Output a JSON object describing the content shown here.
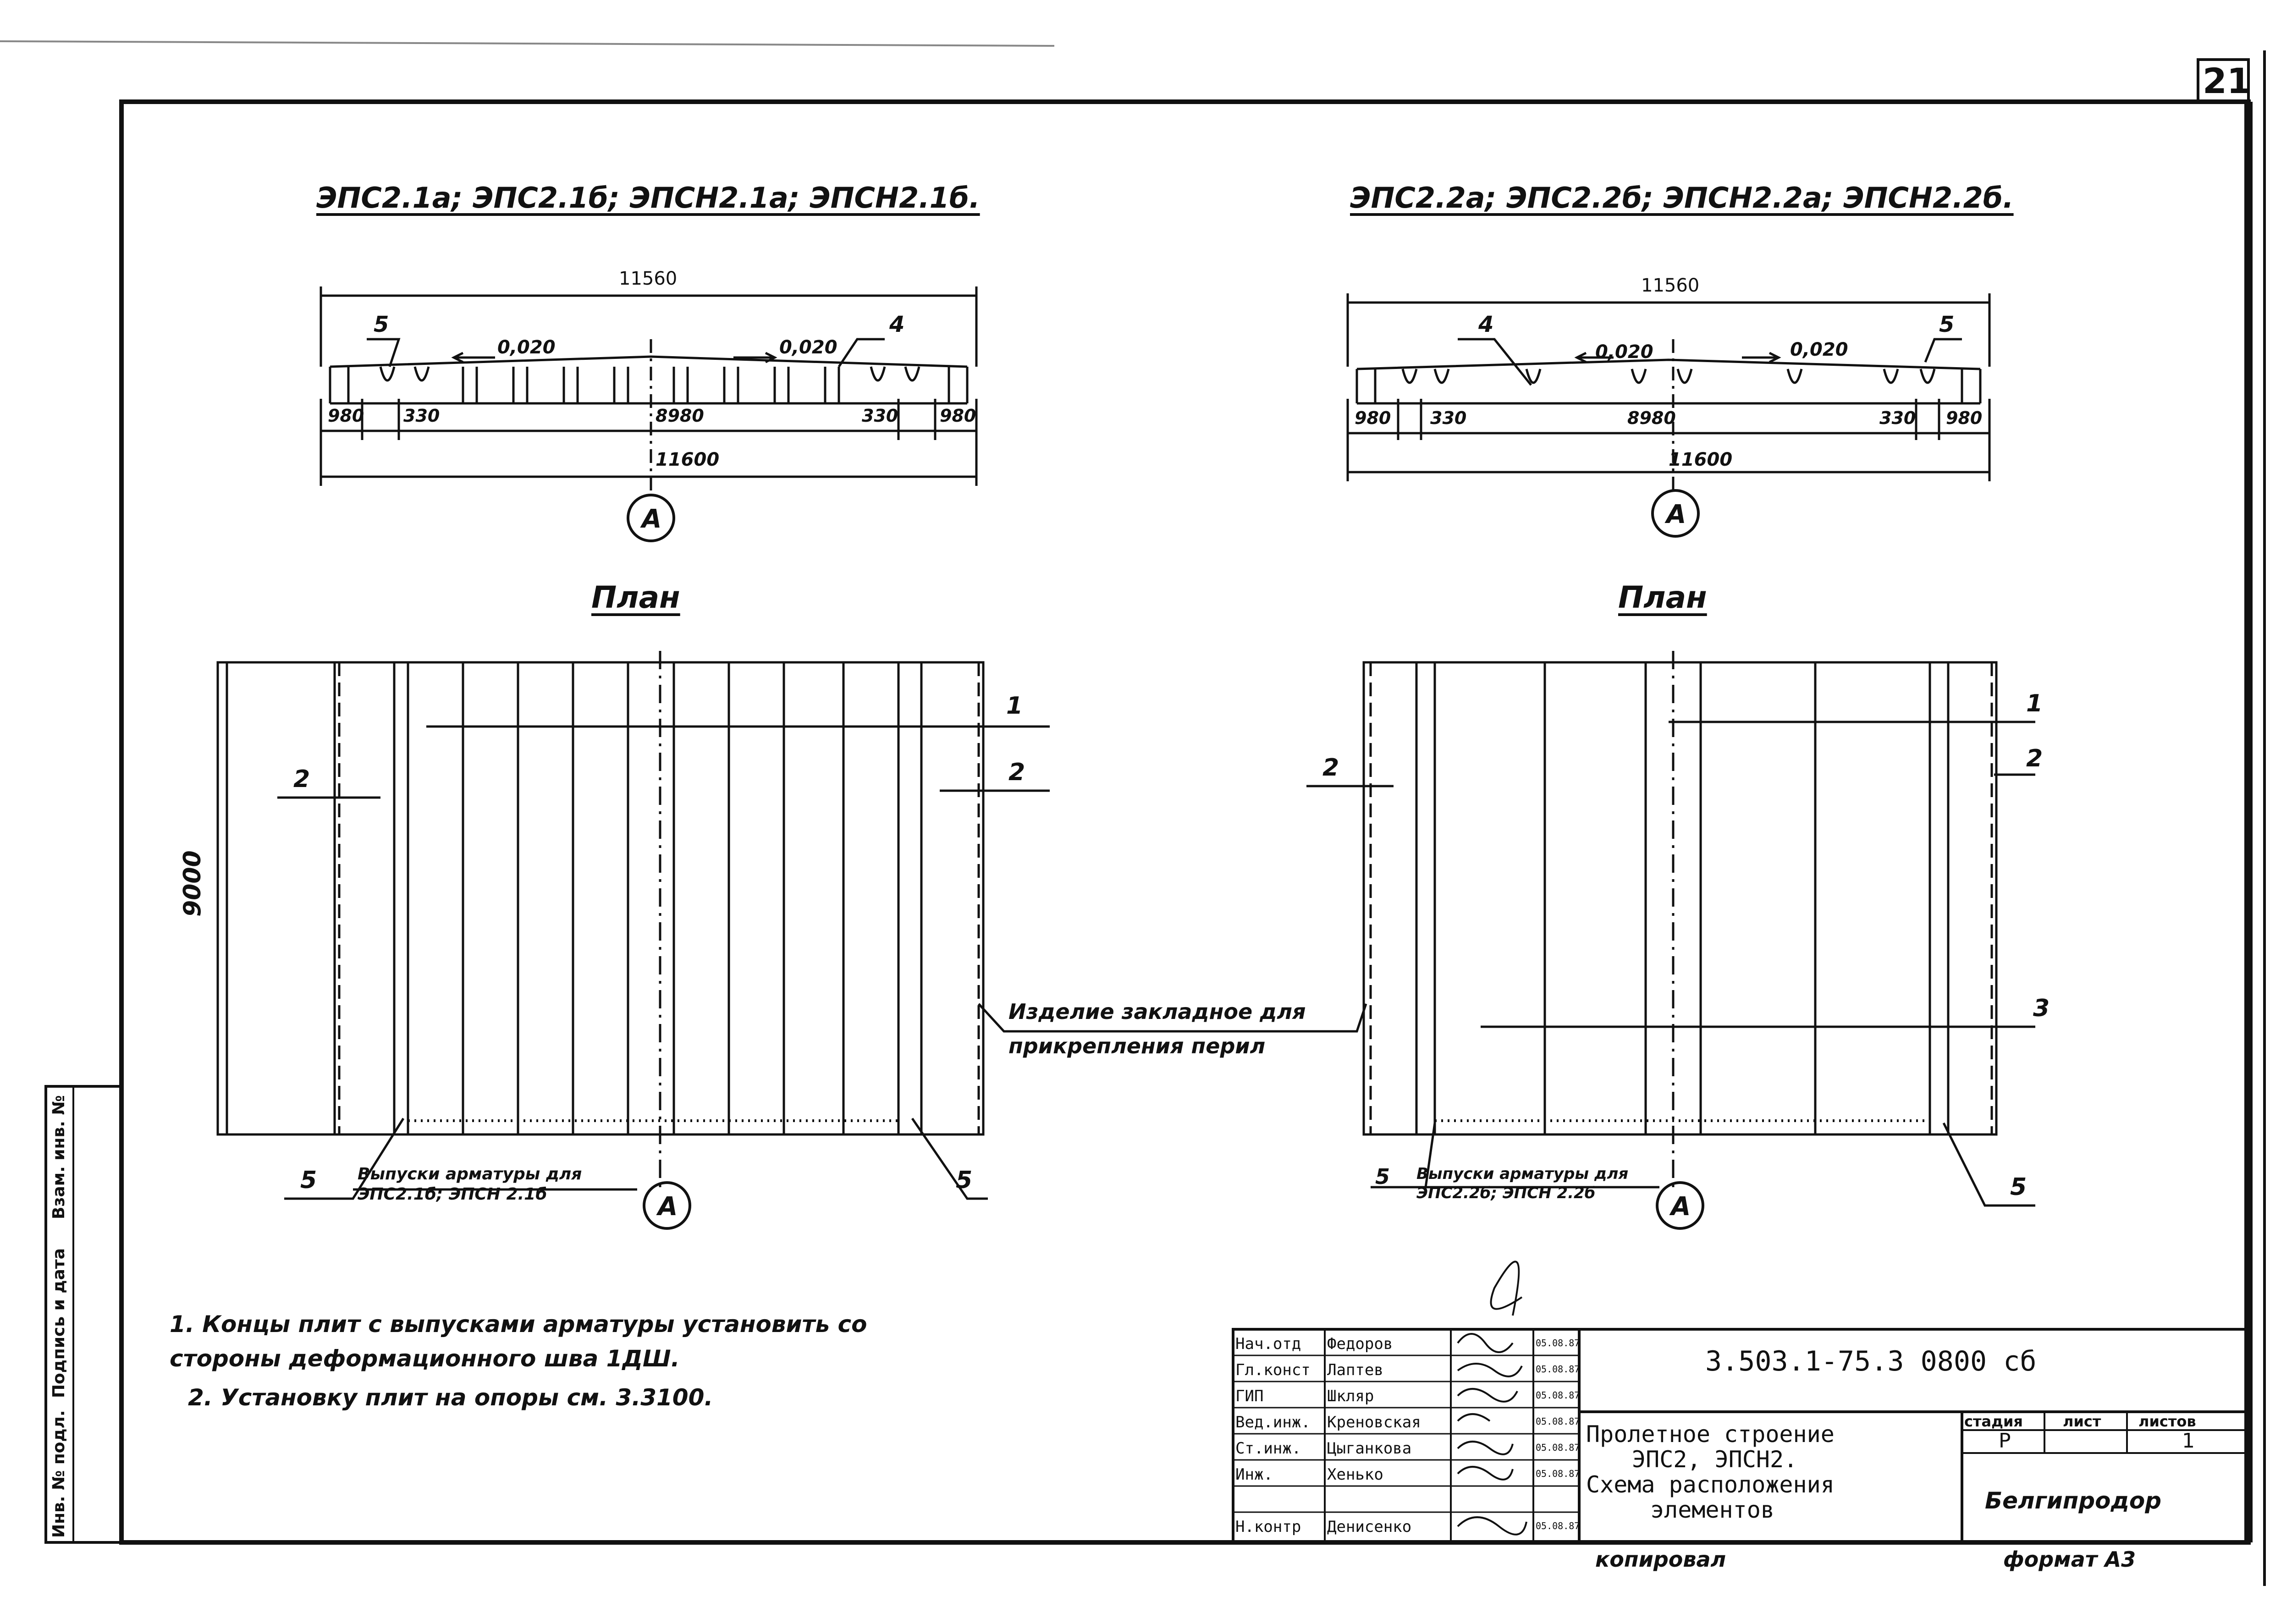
{
  "sheet_number": "21",
  "left_section": {
    "title": "ЭПС2.1а; ЭПС2.1б; ЭПСН2.1а; ЭПСН2.1б.",
    "top_span": "11560",
    "slope_left": "0,020",
    "slope_right": "0,020",
    "mark_5": "5",
    "mark_4": "4",
    "dims": [
      "980",
      "330",
      "8980",
      "330",
      "980"
    ],
    "total_width": "11600",
    "axis": "А",
    "plan_title": "План",
    "height_dim": "9000",
    "label_1": "1",
    "label_2_left": "2",
    "label_2_right": "2",
    "label_5_left": "5",
    "label_5_right": "5",
    "note_outlets": "Выпуски арматуры для ЭПС2.1б; ЭПСН 2.1б"
  },
  "right_section": {
    "title": "ЭПС2.2а; ЭПС2.2б; ЭПСН2.2а; ЭПСН2.2б.",
    "top_span": "11560",
    "slope_left": "0,020",
    "slope_right": "0,020",
    "mark_4": "4",
    "mark_5": "5",
    "dims": [
      "980",
      "330",
      "8980",
      "330",
      "980"
    ],
    "total_width": "11600",
    "axis": "А",
    "plan_title": "План",
    "label_1": "1",
    "label_2_left": "2",
    "label_2_right": "2",
    "label_3": "3",
    "label_5_left": "5",
    "label_5_right": "5",
    "note_outlets": "Выпуски арматуры для ЭПС2.2б; ЭПСН 2.2б"
  },
  "embedded_note": [
    "Изделие закладное для",
    "прикрепления перил"
  ],
  "notes": [
    "1. Концы плит с выпусками арматуры установить со",
    "стороны деформационного шва 1ДШ.",
    "2. Установку плит на опоры см. 3.3100."
  ],
  "side_stamp": [
    "Инв. № подл.",
    "Подпись и дата",
    "Взам. инв. №"
  ],
  "title_block": {
    "code": "3.503.1-75.3 0800 сб",
    "roles": [
      {
        "role": "Нач.отд",
        "name": "Федоров",
        "date": "05.08.87"
      },
      {
        "role": "Гл.конст",
        "name": "Лаптев",
        "date": "05.08.87"
      },
      {
        "role": "ГИП",
        "name": "Шкляр",
        "date": "05.08.87"
      },
      {
        "role": "Вед.инж.",
        "name": "Креновская",
        "date": "05.08.87"
      },
      {
        "role": "Ст.инж.",
        "name": "Цыганкова",
        "date": "05.08.87"
      },
      {
        "role": "Инж.",
        "name": "Хенько",
        "date": "05.08.87"
      },
      {
        "role": "",
        "name": "",
        "date": ""
      },
      {
        "role": "Н.контр",
        "name": "Денисенко",
        "date": "05.08.87"
      }
    ],
    "description": [
      "Пролетное строение",
      "ЭПС2, ЭПСН2.",
      "Схема расположения",
      "элементов"
    ],
    "stage_header": "стадия",
    "sheet_header": "лист",
    "sheets_header": "листов",
    "stage": "Р",
    "sheet": "",
    "sheets": "1",
    "organization": "Белгипродор",
    "copied_by": "копировал",
    "format": "формат А3"
  }
}
